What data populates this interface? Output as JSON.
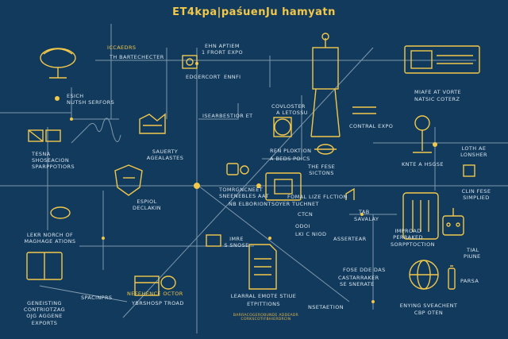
{
  "title": "ET4kpa|paśuenJu hamyatn",
  "labels": {
    "top_center_1": "ICCAEDRS",
    "top_center_2": "TH BARTECHECTER",
    "top_mid_1": "EHN APTIEM",
    "top_mid_2": "1 FRORT EXPO",
    "top_mid_3": "EDGERCORT",
    "top_mid_4": "ENNFI",
    "upper_left_1": "ESICH",
    "upper_left_2": "NUTSH SERFORS",
    "mid_center_1": "ISEARBESTIOR ET",
    "left_1": "TESNA",
    "left_2": "SHOSEACION",
    "left_3": "SPARPPOTIORS",
    "center_left_1": "SAUERTY",
    "center_left_2": "AGEALASTES",
    "mid_right_small_1": "COVLOSTER",
    "mid_right_small_2": "A LETOSSU",
    "center_below_1": "REN PLOKTION",
    "center_below_2": "A BEDS POICS",
    "sections_1": "THE FESE",
    "sections_2": "SICTONS",
    "control_expo": "CONTRAL EXPO",
    "right_top_1": "MIAFE AT VORTE",
    "right_top_2": "NATSIC COTERZ",
    "right_mid_1": "LOTH AE",
    "right_mid_2": "LONSHER",
    "right_mid_3": "KNTE A HSGSE",
    "right_mid_4": "CLIN FESE",
    "right_mid_5": "SIMPLIED",
    "center_mid_1": "TOMRGNCNEET",
    "center_mid_2": "SNEENEBLES AAT",
    "center_mid_3": "NB ELBORIONT",
    "espiol_1": "ESPIOL",
    "espiol_2": "DECLAKIN",
    "fomal_1": "FOMAL LIZE FLCTION",
    "fomal_2": "SOYER TUCHNET",
    "fomal_3": "CTCN",
    "fomal_4": "ODOI",
    "fomal_5": "LKI C NIOD",
    "fomal_6": "ASSERTEAR",
    "tab_1": "TAB",
    "tab_2": "SAVALAY",
    "lower_left_1": "LEKR NORCH OF",
    "lower_left_2": "MAGHAGE ATIONS",
    "improad_1": "IMPROAD",
    "improad_2": "PERRAKED",
    "improad_3": "SORPPTOCTION",
    "tial_1": "TIAL",
    "tial_2": "PIUNE",
    "center_low_1": "IMRE",
    "center_low_2": "S SNOSE",
    "bottom_left_1": "GENEISTING",
    "bottom_left_2": "CONTRIOTZAG",
    "bottom_left_3": "OJG AGGENE",
    "bottom_left_4": "EXPORTS",
    "bottom_left_tag": "SPACINPRS",
    "bottom_mid_1": "NEFEHENCE OCTOR",
    "bottom_mid_2": "YBRSHOSP TROAD",
    "learnal_1": "LEARRAL EMOTE STIUE",
    "learnal_2": "ETPITTIONS",
    "fose_1": "FOSE DDE DAS",
    "fose_2": "CASTARRAKER",
    "fose_3": "SE SNERATE",
    "nosetaction": "NSETAETION",
    "enying_1": "ENYING SVEACHENT",
    "enying_2": "CBP OTEN",
    "parsa": "PARSA",
    "footer": "BARRACOGEROBUNDE ADDEADR CORKSCOTIFBHIERDRCIN"
  },
  "colors": {
    "background": "#123a5c",
    "line": "#7f98ad",
    "accent_yellow": "#f2c84b",
    "text": "#d8e4ee"
  }
}
